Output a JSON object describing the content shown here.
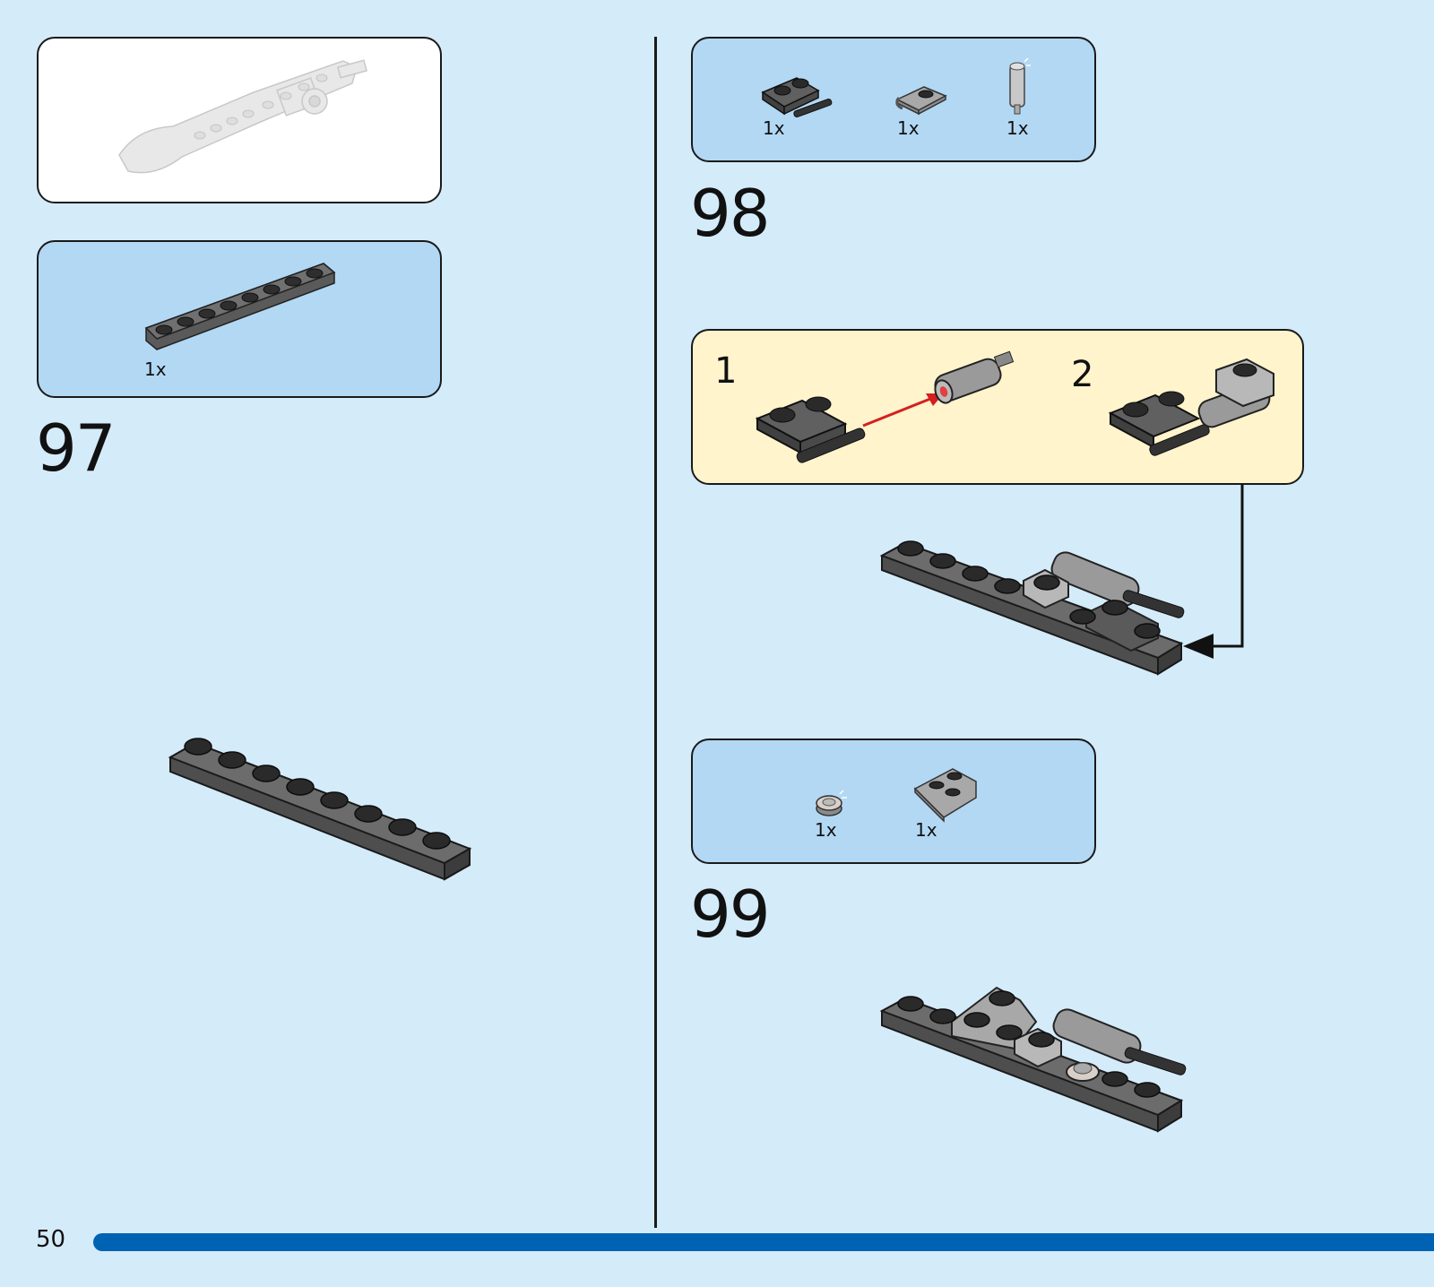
{
  "steps": [
    {
      "number": "97",
      "parts": [
        {
          "qty": "1x",
          "part": "plate-1x8-dark-gray"
        }
      ]
    },
    {
      "number": "98",
      "parts": [
        {
          "qty": "1x",
          "part": "plate-with-bars-dark-gray"
        },
        {
          "qty": "1x",
          "part": "plate-with-clip-gray"
        },
        {
          "qty": "1x",
          "part": "bar-light-gray"
        }
      ],
      "substeps": [
        {
          "number": "1"
        },
        {
          "number": "2"
        }
      ]
    },
    {
      "number": "99",
      "parts": [
        {
          "qty": "1x",
          "part": "round-tile-light"
        },
        {
          "qty": "1x",
          "part": "wedge-plate-gray"
        }
      ]
    }
  ],
  "page_number": "50",
  "colors": {
    "background": "#d4ebfa",
    "parts_panel": "#b2d8f4",
    "substep_panel": "#fff4cc",
    "page_bar": "#0062b2",
    "arrow_red": "#d42020"
  }
}
